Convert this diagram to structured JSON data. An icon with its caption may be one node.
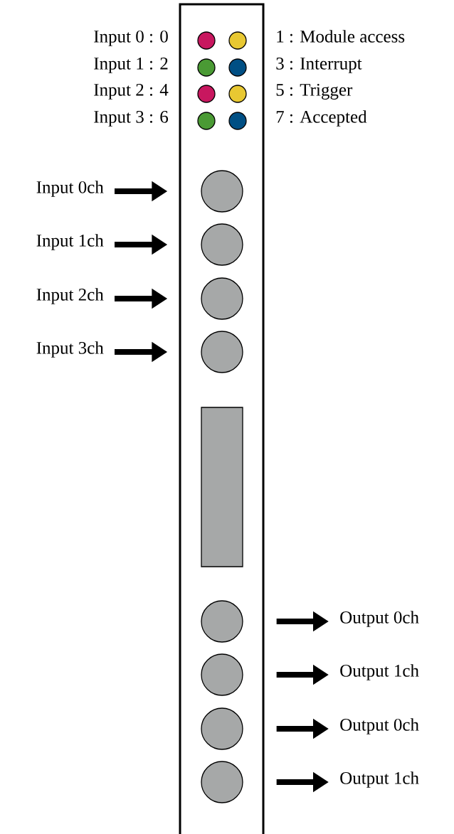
{
  "diagram": {
    "nodes": [
      {
        "text": [],
        "shape": "box"
      },
      {
        "text": [
          "Input 0ch"
        ]
      },
      {
        "text": [
          "Input 1ch"
        ]
      },
      {
        "text": [
          "Input 2ch"
        ]
      },
      {
        "text": [
          "Input 3ch"
        ]
      },
      {
        "text": [],
        "shape": "circle",
        "in": 0
      },
      {
        "text": [],
        "shape": "circle",
        "in": 0
      },
      {
        "text": [],
        "shape": "circle",
        "in": 0
      },
      {
        "text": [],
        "shape": "circle",
        "in": 0
      },
      {
        "text": [],
        "shape": "box",
        "in": 0
      },
      {
        "text": [],
        "shape": "circle",
        "in": 0
      },
      {
        "text": [],
        "shape": "circle",
        "in": 0
      },
      {
        "text": [],
        "shape": "circle",
        "in": 0
      },
      {
        "text": [],
        "shape": "circle",
        "in": 0
      },
      {
        "text": [
          "Output 0ch"
        ]
      },
      {
        "text": [
          "Output 1ch"
        ]
      },
      {
        "text": [
          "Output 0ch"
        ]
      },
      {
        "text": [
          "Output 1ch"
        ]
      }
    ],
    "edges": [
      {
        "from": 1,
        "to": 5,
        "arrow": "to"
      },
      {
        "from": 2,
        "to": 6,
        "arrow": "to"
      },
      {
        "from": 3,
        "to": 7,
        "arrow": "to"
      },
      {
        "from": 4,
        "to": 8,
        "arrow": "to"
      },
      {
        "from": 10,
        "to": 14,
        "arrow": "to"
      },
      {
        "from": 11,
        "to": 15,
        "arrow": "to"
      },
      {
        "from": 12,
        "to": 16,
        "arrow": "to"
      },
      {
        "from": 13,
        "to": 17,
        "arrow": "to"
      }
    ],
    "labels": [
      "Input 0 : 0",
      "1 : Module access",
      "Input 1 : 2",
      "3 : Interrupt",
      "Input 2 : 4",
      "5 : Trigger",
      "Input 3 : 6",
      "7 : Accepted"
    ]
  }
}
